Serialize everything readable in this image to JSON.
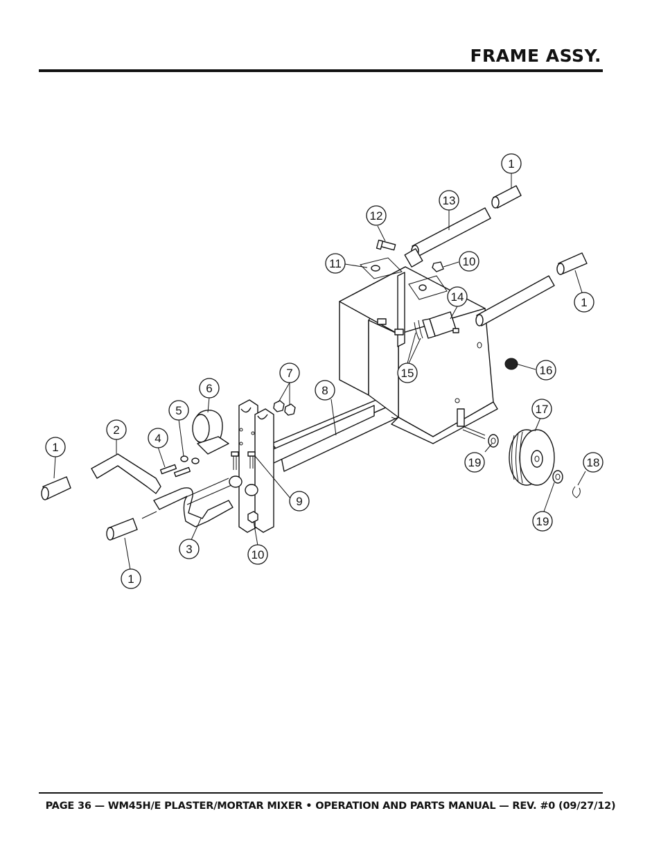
{
  "header": {
    "title": "FRAME ASSY."
  },
  "footer": {
    "text": "PAGE 36 — WM45H/E PLASTER/MORTAR MIXER • OPERATION AND PARTS MANUAL — REV. #0 (09/27/12)"
  },
  "callouts": {
    "c1a": "1",
    "c1b": "1",
    "c1c": "1",
    "c1d": "1",
    "c2": "2",
    "c3": "3",
    "c4": "4",
    "c5": "5",
    "c6": "6",
    "c7": "7",
    "c8": "8",
    "c9": "9",
    "c10a": "10",
    "c10b": "10",
    "c11": "11",
    "c12": "12",
    "c13": "13",
    "c14": "14",
    "c15": "15",
    "c16": "16",
    "c17": "17",
    "c18": "18",
    "c19a": "19",
    "c19b": "19"
  }
}
